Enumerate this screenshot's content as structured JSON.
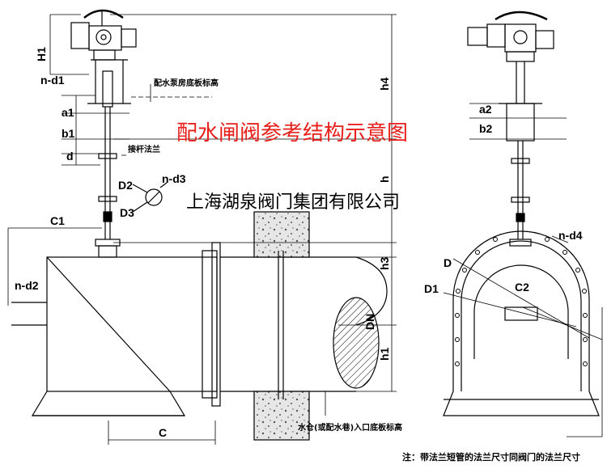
{
  "title": "配水闸阀参考结构示意图",
  "company": "上海湖泉阀门集团有限公司",
  "notes": {
    "pump_floor": "配水泵房底板标高",
    "stem_flange": "接杆法兰",
    "tank_floor": "水仓(或配水巷)入口底板标高",
    "footnote": "注：带法兰短管的法兰尺寸同阀门的法兰尺寸"
  },
  "labels": {
    "H1": "H1",
    "n_d1": "n-d1",
    "a1": "a1",
    "b1": "b1",
    "d": "d",
    "D2": "D2",
    "n_d3": "n-d3",
    "D3": "D3",
    "C1": "C1",
    "n_d2": "n-d2",
    "h4": "h4",
    "h": "h",
    "h3": "h3",
    "DN": "DN",
    "h1": "h1",
    "C": "C",
    "a2": "a2",
    "b2": "b2",
    "n_d4": "n-d4",
    "D": "D",
    "D1": "D1",
    "C2": "C2"
  },
  "colors": {
    "title": "#e8201c",
    "line": "#000000",
    "concrete": "#d9d9d9"
  }
}
